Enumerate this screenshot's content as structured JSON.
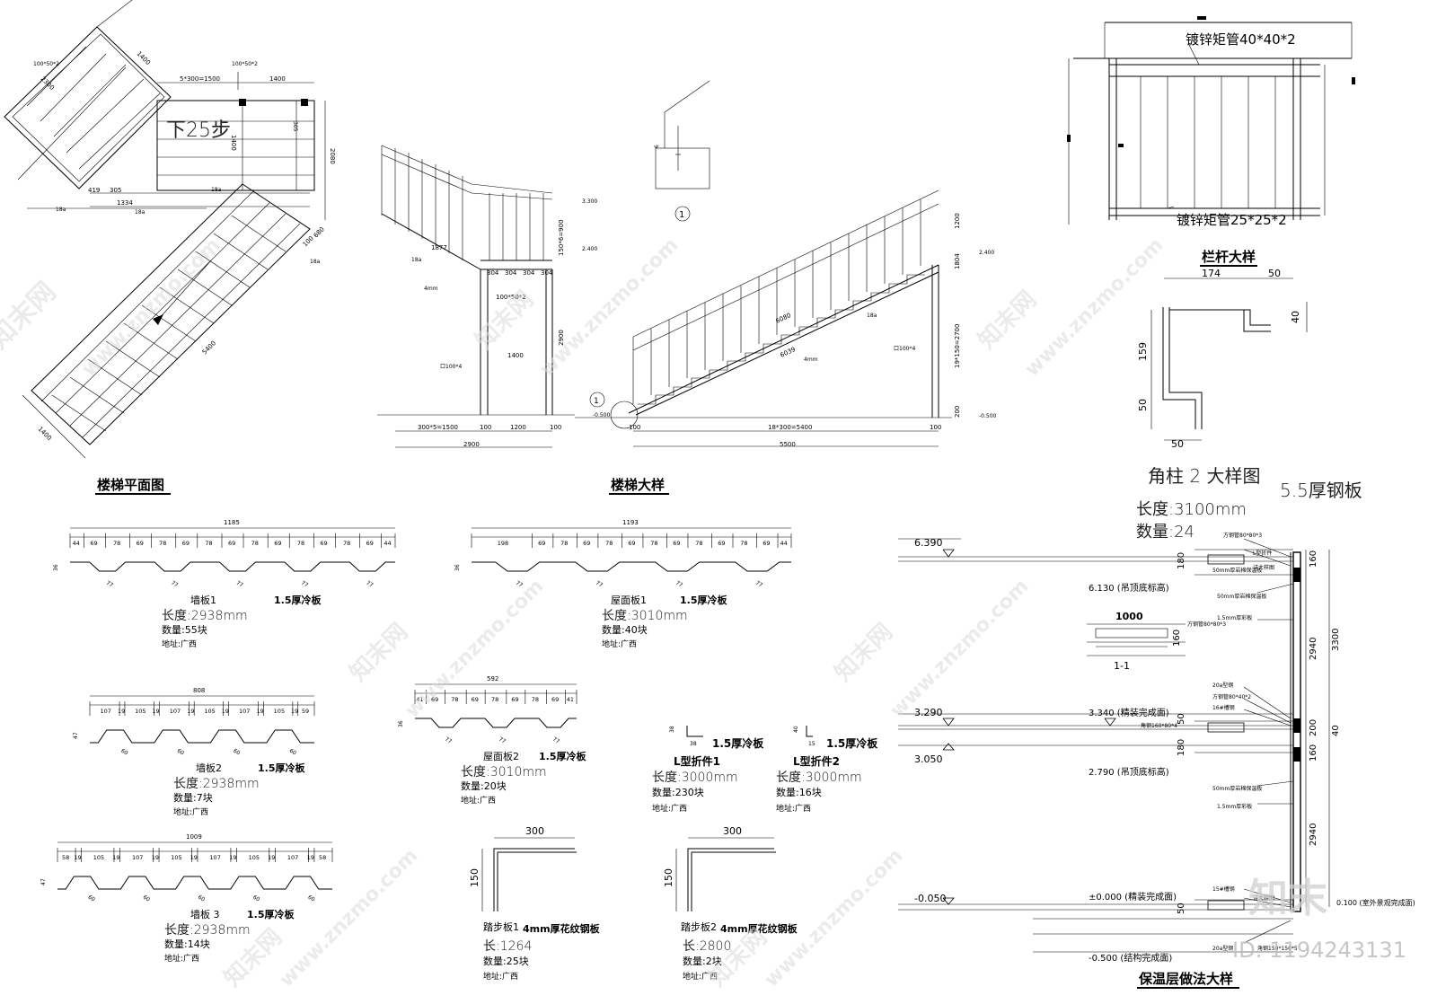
{
  "plan": {
    "title": "楼梯平面图",
    "step_label": "下25步",
    "dims": {
      "d1400a": "1400",
      "d2300": "2300",
      "d5x300": "5*300=1500",
      "d1400b": "1400",
      "d2080": "2080",
      "d1400c": "1400",
      "d5400": "5400",
      "d1400d": "1400",
      "d419": "419",
      "d305": "305",
      "d1334": "1334",
      "d100": "100",
      "d680": "680",
      "d1400v": "1400",
      "d305v": "305"
    },
    "notes": {
      "beam_a": "100*50*2",
      "beam_b": "100*50*2",
      "chan_a": "18a",
      "chan_b": "18a",
      "chan_c": "18a",
      "chan_d": "18a"
    }
  },
  "stair": {
    "title": "楼梯大样",
    "left": {
      "d300x5": "300*5=1500",
      "d100a": "100",
      "d1200": "1200",
      "d100b": "100",
      "d2900": "2900",
      "d304": [
        "304",
        "304",
        "304",
        "304"
      ],
      "d1400": "1400",
      "d1877": "1877",
      "d2900v": "2900",
      "d1504": "150*6=900",
      "el3300": "3.300",
      "el2400": "2.400",
      "beam": "100*50*2",
      "col": "口100*4",
      "plate": "4mm",
      "chan": "18a"
    },
    "right": {
      "d18x300": "18*300=5400",
      "d5500": "5500",
      "d100a": "100",
      "d100b": "100",
      "d6080": "6080",
      "d6039": "6039",
      "d1200": "1200",
      "d1804": "1804",
      "d19x150": "19*150=2700",
      "d200": "200",
      "el2400": "2.400",
      "el0500a": "-0.500",
      "el0500b": "-0.500",
      "col": "口100*4",
      "chan": "18a",
      "plate": "4mm",
      "mark": "1"
    },
    "detail_mark": "1",
    "detail_dim": "6"
  },
  "railing": {
    "title": "栏杆大样",
    "top_pipe": "镀锌矩管40*40*2",
    "sub_pipe": "镀锌矩管25*25*2"
  },
  "angle": {
    "dims": {
      "d174": "174",
      "d50a": "50",
      "d40": "40",
      "d159": "159",
      "d50b": "50",
      "d50c": "50"
    },
    "title": "角柱  2 大样图",
    "plate": "5.5厚钢板",
    "length": "长度:3100mm",
    "qty": "数量:24"
  },
  "panels": [
    {
      "id": "wall1",
      "name": "墙板1",
      "spec": "1.5厚冷板",
      "total": "1185",
      "segs": [
        "44",
        "69",
        "78",
        "69",
        "78",
        "69",
        "78",
        "69",
        "78",
        "69",
        "78",
        "69",
        "78",
        "69",
        "44"
      ],
      "rib": "77",
      "h": "36",
      "len": "长度:2938mm",
      "qty": "数量:55块",
      "addr": "地址:广西"
    },
    {
      "id": "roof1",
      "name": "屋面板1",
      "spec": "1.5厚冷板",
      "total": "1193",
      "segs": [
        "198",
        "69",
        "78",
        "69",
        "78",
        "69",
        "78",
        "69",
        "78",
        "69",
        "78",
        "69",
        "44"
      ],
      "rib": "77",
      "h": "36",
      "len": "长度:3010mm",
      "qty": "数量:40块",
      "addr": "地址:广西"
    },
    {
      "id": "wall2",
      "name": "墙板2",
      "spec": "1.5厚冷板",
      "total": "808",
      "segs": [
        "107",
        "19",
        "105",
        "19",
        "107",
        "19",
        "105",
        "19",
        "107",
        "19",
        "105",
        "19",
        "59"
      ],
      "rib": "60",
      "h": "47",
      "len": "长度:2938mm",
      "qty": "数量:7块",
      "addr": "地址:广西"
    },
    {
      "id": "roof2",
      "name": "屋面板2",
      "spec": "1.5厚冷板",
      "total": "592",
      "segs": [
        "41",
        "69",
        "78",
        "69",
        "78",
        "69",
        "78",
        "69",
        "41"
      ],
      "rib": "77",
      "h": "36",
      "len": "长度:3010mm",
      "qty": "数量:20块",
      "addr": "地址:广西"
    },
    {
      "id": "wall3",
      "name": "墙板 3",
      "spec": "1.5厚冷板",
      "total": "1009",
      "segs": [
        "58",
        "19",
        "105",
        "19",
        "107",
        "19",
        "105",
        "19",
        "107",
        "19",
        "105",
        "19",
        "107",
        "19",
        "58"
      ],
      "rib": "60",
      "h": "47",
      "len": "长度:2938mm",
      "qty": "数量:14块",
      "addr": "地址:广西"
    }
  ],
  "lfolds": [
    {
      "name": "L型折件1",
      "spec": "1.5厚冷板",
      "a": "38",
      "b": "38",
      "len": "长度:3000mm",
      "qty": "数量:230块",
      "addr": "地址:广西"
    },
    {
      "name": "L型折件2",
      "spec": "1.5厚冷板",
      "a": "40",
      "b": "15",
      "len": "长度:3000mm",
      "qty": "数量:16块",
      "addr": "地址:广西"
    }
  ],
  "treads": [
    {
      "name": "踏步板1",
      "spec": "4mm厚花纹钢板",
      "w": "300",
      "h": "150",
      "len": "长:1264",
      "qty": "数量:25块",
      "addr": "地址:广西"
    },
    {
      "name": "踏步板2",
      "spec": "4mm厚花纹钢板",
      "w": "300",
      "h": "150",
      "len": "长:2800",
      "qty": "数量:2块",
      "addr": "地址:广西"
    }
  ],
  "section": {
    "title": "保温层做法大样",
    "el": {
      "e6390": "6.390",
      "e6130": "6.130 (吊顶底标高)",
      "e3290": "3.290",
      "e3340": "3.340 (精装完成面)",
      "e3050": "3.050",
      "e2790": "2.790 (吊顶底标高)",
      "em050": "-0.050",
      "e0000": "±0.000 (精装完成面)",
      "em0500": "-0.500 (结构完成面)",
      "e0100": "0.100 (室外景观完成面)"
    },
    "dims": {
      "d180a": "180",
      "d160a": "160",
      "d2940a": "2940",
      "d3300": "3300",
      "d50a": "50",
      "d200": "200",
      "d40": "40",
      "d180b": "180",
      "d160b": "160",
      "d2940b": "2940",
      "d50b": "50",
      "d1000": "1000",
      "d160c": "160"
    },
    "cut": "1-1",
    "notes": {
      "n1": "50mm厚岩棉保温板",
      "n2": "1.5mm厚彩板",
      "n3": "L型折件",
      "n4": "方钢管80*80*3",
      "n5": "20a型钢",
      "n6": "方钢管80*40*2",
      "n7": "16#槽钢",
      "n8": "角钢160*80*4",
      "n9": "角钢150*150*5",
      "n10": "15#槽钢",
      "n11": "详大样图"
    }
  },
  "watermark": {
    "brand": "知末网",
    "url": "www.znzmo.com",
    "logo": "知末",
    "id": "ID: 1194243131"
  }
}
